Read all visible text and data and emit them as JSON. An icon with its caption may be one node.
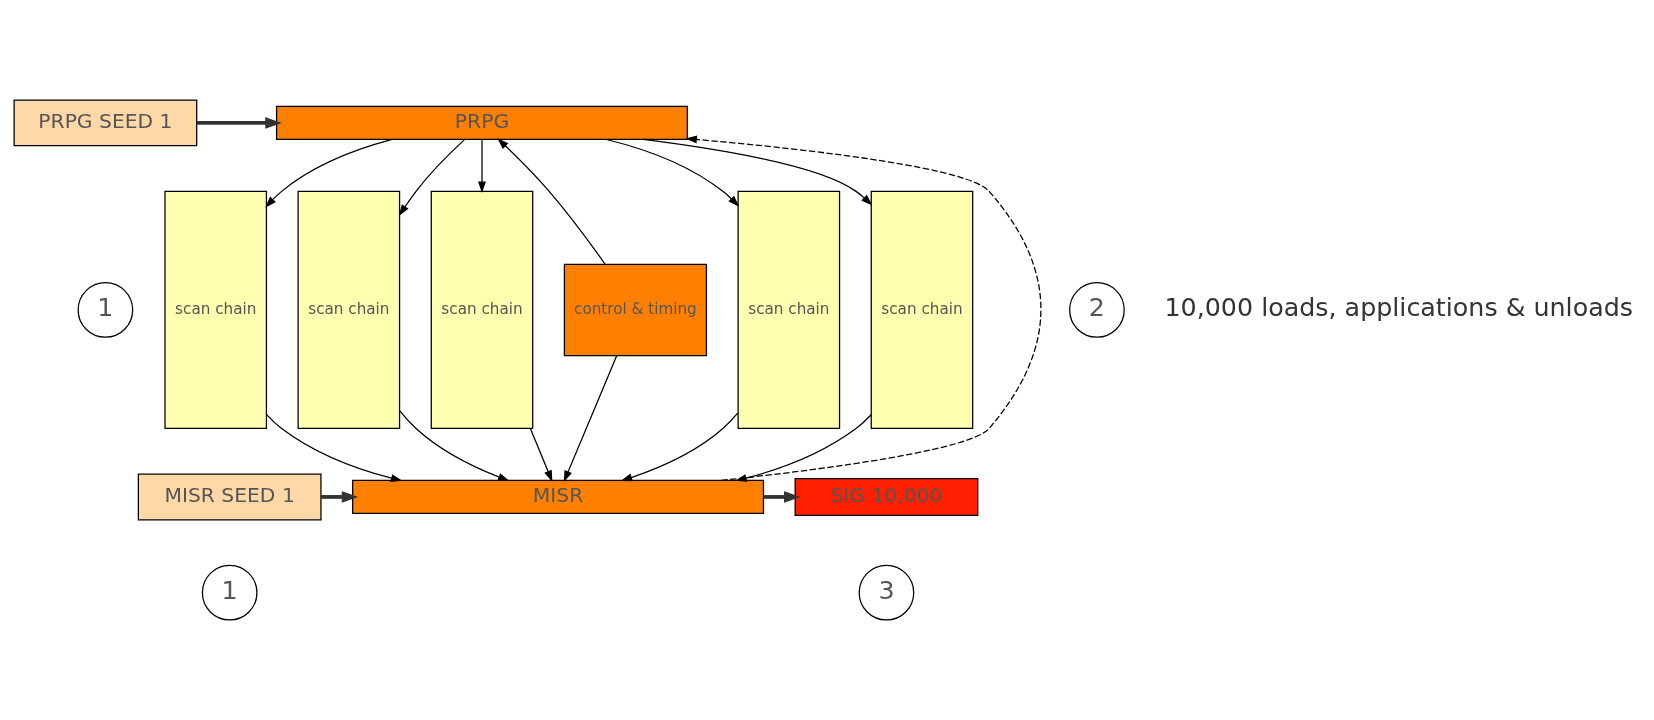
{
  "diagram": {
    "nodes": [
      {
        "text": [
          "PRPG SEED 1"
        ]
      },
      {
        "text": [
          "PRPG"
        ]
      },
      {
        "text": [
          "scan chain"
        ]
      },
      {
        "text": [
          "scan chain"
        ]
      },
      {
        "text": [
          "scan chain"
        ]
      },
      {
        "text": [
          "scan chain"
        ]
      },
      {
        "text": [
          "scan chain"
        ]
      },
      {
        "text": [
          "control & timing"
        ]
      },
      {
        "text": [
          "MISR"
        ]
      },
      {
        "text": [
          "MISR SEED 1"
        ]
      },
      {
        "text": [
          "SIG 10,000"
        ]
      },
      {
        "text": [
          "1"
        ]
      },
      {
        "text": [
          "2"
        ]
      },
      {
        "text": [
          "1"
        ]
      },
      {
        "text": [
          "3"
        ]
      }
    ],
    "edges": [
      {
        "from": 0,
        "to": 1,
        "arrow": "to",
        "style": "thick"
      },
      {
        "from": 7,
        "to": 1,
        "arrow": "to"
      },
      {
        "from": 1,
        "to": 2,
        "arrow": "to"
      },
      {
        "from": 1,
        "to": 3,
        "arrow": "to"
      },
      {
        "from": 1,
        "to": 4,
        "arrow": "to"
      },
      {
        "from": 1,
        "to": 5,
        "arrow": "to"
      },
      {
        "from": 1,
        "to": 6,
        "arrow": "to"
      },
      {
        "from": 2,
        "to": 8,
        "arrow": "to"
      },
      {
        "from": 3,
        "to": 8,
        "arrow": "to"
      },
      {
        "from": 4,
        "to": 8,
        "arrow": "to"
      },
      {
        "from": 5,
        "to": 8,
        "arrow": "to"
      },
      {
        "from": 6,
        "to": 8,
        "arrow": "to"
      },
      {
        "from": 7,
        "to": 8,
        "arrow": "to"
      },
      {
        "from": 8,
        "to": 1,
        "arrow": "to",
        "style": "dashed"
      },
      {
        "from": 9,
        "to": 8,
        "arrow": "to",
        "style": "thick"
      },
      {
        "from": 8,
        "to": 10,
        "arrow": "to",
        "style": "thick"
      }
    ],
    "labels": [
      "10,000 loads, applications & unloads"
    ]
  }
}
